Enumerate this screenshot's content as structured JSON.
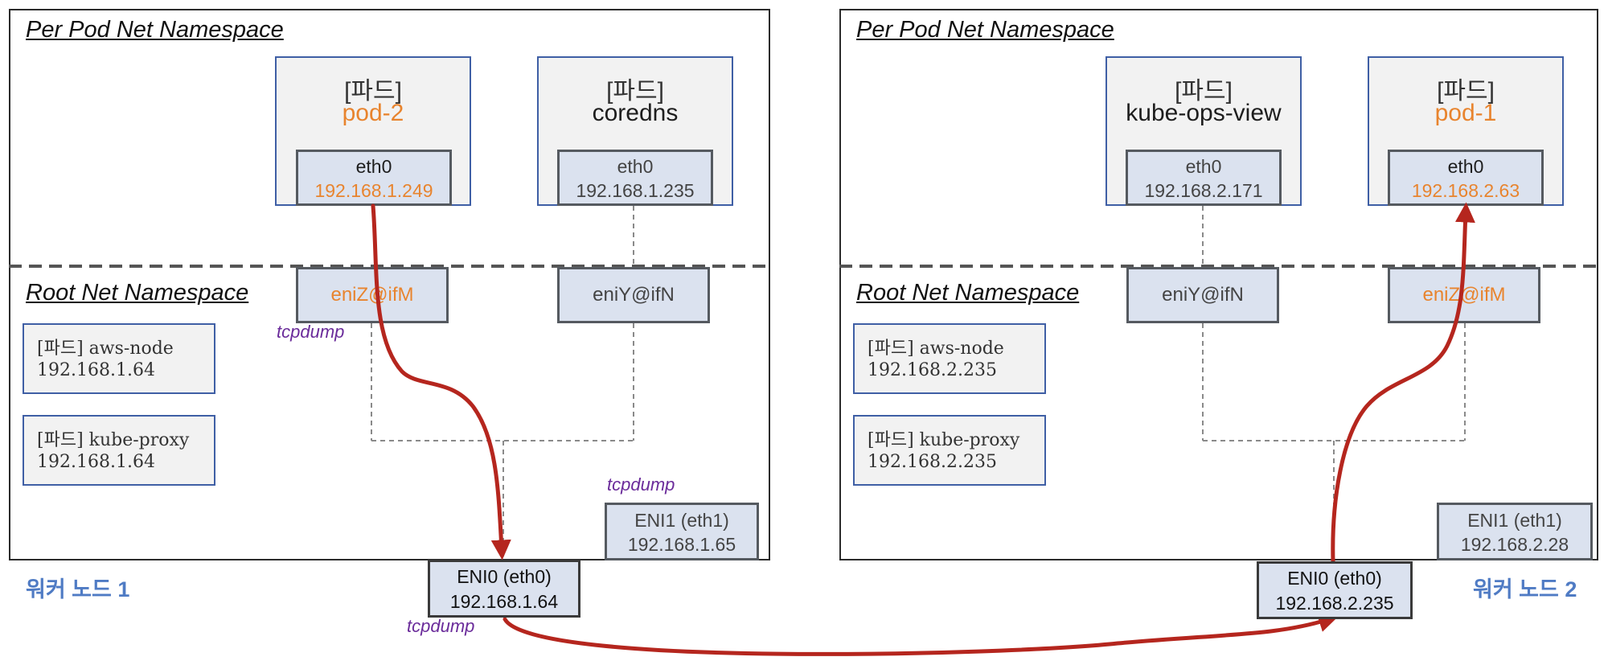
{
  "node1": {
    "per_pod_ns_label": "Per Pod  Net Namespace",
    "root_ns_label": "Root Net Namespace",
    "worker_label": "워커 노드 1",
    "pods": [
      {
        "title": "[파드]",
        "name": "pod-2",
        "eth_label": "eth0",
        "eth_ip": "192.168.1.249"
      },
      {
        "title": "[파드]",
        "name": "coredns",
        "eth_label": "eth0",
        "eth_ip": "192.168.1.235"
      }
    ],
    "veths": [
      "eniZ@ifM",
      "eniY@ifN"
    ],
    "system_pods": [
      {
        "line1": "[파드] aws-node",
        "line2": "192.168.1.64"
      },
      {
        "line1": "[파드] kube-proxy",
        "line2": "192.168.1.64"
      }
    ],
    "eni1": {
      "line1": "ENI1 (eth1)",
      "line2": "192.168.1.65"
    },
    "eni0": {
      "line1": "ENI0 (eth0)",
      "line2": "192.168.1.64"
    },
    "tcpdump_labels": [
      "tcpdump",
      "tcpdump",
      "tcpdump"
    ]
  },
  "node2": {
    "per_pod_ns_label": "Per Pod  Net Namespace",
    "root_ns_label": "Root Net Namespace",
    "worker_label": "워커 노드 2",
    "pods": [
      {
        "title": "[파드]",
        "name": "kube-ops-view",
        "eth_label": "eth0",
        "eth_ip": "192.168.2.171"
      },
      {
        "title": "[파드]",
        "name": "pod-1",
        "eth_label": "eth0",
        "eth_ip": "192.168.2.63"
      }
    ],
    "veths": [
      "eniY@ifN",
      "eniZ@ifM"
    ],
    "system_pods": [
      {
        "line1": "[파드] aws-node",
        "line2": "192.168.2.235"
      },
      {
        "line1": "[파드] kube-proxy",
        "line2": "192.168.2.235"
      }
    ],
    "eni1": {
      "line1": "ENI1 (eth1)",
      "line2": "192.168.2.28"
    },
    "eni0": {
      "line1": "ENI0 (eth0)",
      "line2": "192.168.2.235"
    }
  },
  "colors": {
    "highlight": "#e8842e",
    "arrow": "#b5261e",
    "pod_border": "#3f5fa5",
    "worker_label": "#4f7bc4",
    "tcpdump": "#6a2b9a"
  }
}
